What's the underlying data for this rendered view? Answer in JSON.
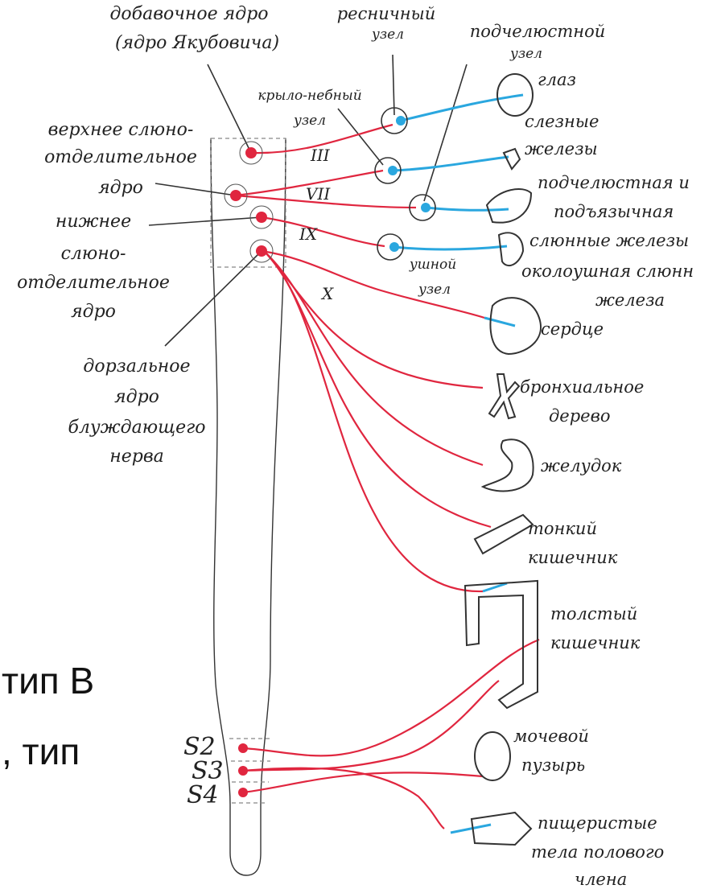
{
  "colors": {
    "preganglionic": "#e0263f",
    "postganglionic": "#2aa7df",
    "outline": "#333333"
  },
  "nuclei": {
    "accessory": [
      "добавочное ядро",
      "(ядро Якубовича)"
    ],
    "superior_salivatory": [
      "верхнее слюно-",
      "отделительное",
      "ядро"
    ],
    "inferior_salivatory": [
      "нижнее",
      "слюно-",
      "отделительное",
      "ядро"
    ],
    "dorsal_vagus": [
      "дорзальное",
      "ядро",
      "блуждающего",
      "нерва"
    ]
  },
  "ganglia": {
    "ciliary": [
      "ресничный",
      "узел"
    ],
    "pterygopalatine": [
      "крыло-небный",
      "узел"
    ],
    "submandibular": [
      "подчелюстной",
      "узел"
    ],
    "otic": [
      "ушной",
      "узел"
    ]
  },
  "nerves": {
    "n3": "III",
    "n7": "VII",
    "n9": "IX",
    "n10": "X"
  },
  "segments": {
    "s2": "S2",
    "s3": "S3",
    "s4": "S4"
  },
  "organs": {
    "eye": "глаз",
    "lacrimal": [
      "слезные",
      "железы"
    ],
    "submandibular_gland": [
      "подчелюстная и",
      "подъязычная",
      "слюнные железы"
    ],
    "parotid": [
      "околоушная слюнн",
      "железа"
    ],
    "heart": "сердце",
    "bronchial": [
      "бронхиальное",
      "дерево"
    ],
    "stomach": "желудок",
    "small_intestine": [
      "тонкий",
      "кишечник"
    ],
    "large_intestine": [
      "толстый",
      "кишечник"
    ],
    "bladder": [
      "мочевой",
      "пузырь"
    ],
    "penis": [
      "пищеристые",
      "тела полового",
      "члена"
    ]
  },
  "overlay_text": {
    "line1": "тип В",
    "line2": ", тип"
  }
}
